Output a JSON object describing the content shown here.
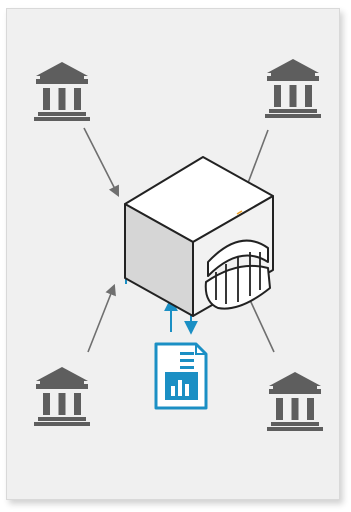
{
  "diagram": {
    "nodes": [
      {
        "id": "bank-top-left",
        "icon": "bank-icon"
      },
      {
        "id": "bank-top-right",
        "icon": "bank-icon"
      },
      {
        "id": "bank-bottom-left",
        "icon": "bank-icon"
      },
      {
        "id": "bank-bottom-right",
        "icon": "bank-icon"
      },
      {
        "id": "central-building",
        "icon": "building-cube-icon"
      },
      {
        "id": "report",
        "icon": "report-document-icon"
      }
    ],
    "edges": [
      {
        "from": "bank-top-left",
        "to": "central-building",
        "arrow": "to"
      },
      {
        "from": "bank-top-right",
        "to": "central-building",
        "arrow": "none"
      },
      {
        "from": "bank-bottom-left",
        "to": "central-building",
        "arrow": "to"
      },
      {
        "from": "bank-bottom-right",
        "to": "central-building",
        "arrow": "none"
      },
      {
        "from": "report",
        "to": "central-building",
        "arrow": "to"
      },
      {
        "from": "central-building",
        "to": "report",
        "arrow": "to"
      }
    ]
  },
  "colors": {
    "panel_background": "#f0f0f0",
    "bank_icon": "#5e5e5e",
    "arrow": "#6f6f6f",
    "accent_blue": "#1b8fc4",
    "building_front": "#f2f2f2",
    "building_side": "#d6d6d6",
    "building_top": "#ffffff",
    "building_outline": "#222222"
  }
}
